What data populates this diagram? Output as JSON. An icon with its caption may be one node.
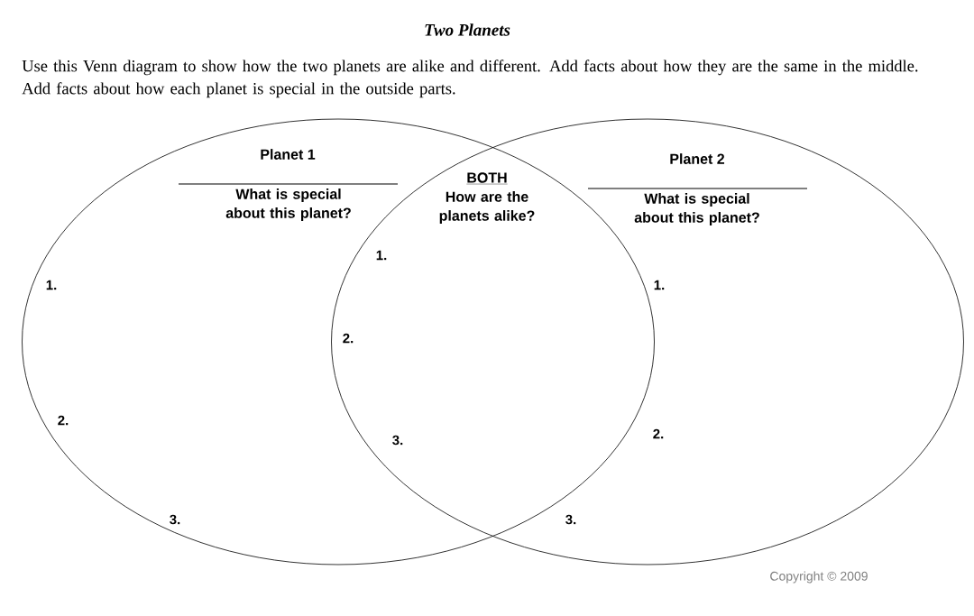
{
  "diagram": {
    "title": "Two Planets",
    "caption": "Use this Venn diagram to show how the two planets are alike and different. Add facts about how they are the same in the middle. Add facts about how each planet is special in the outside parts.",
    "nodes": [
      {
        "text": [
          "Planet 1",
          "What is special about this planet?"
        ]
      },
      {
        "text": [
          "Planet 2",
          "What is special about this planet?"
        ]
      }
    ],
    "labels": [
      "BOTH",
      "How are the planets alike?",
      "1.",
      "2.",
      "3.",
      "1.",
      "2.",
      "3.",
      "1.",
      "2.",
      "3.",
      "Copyright © 2009"
    ]
  }
}
